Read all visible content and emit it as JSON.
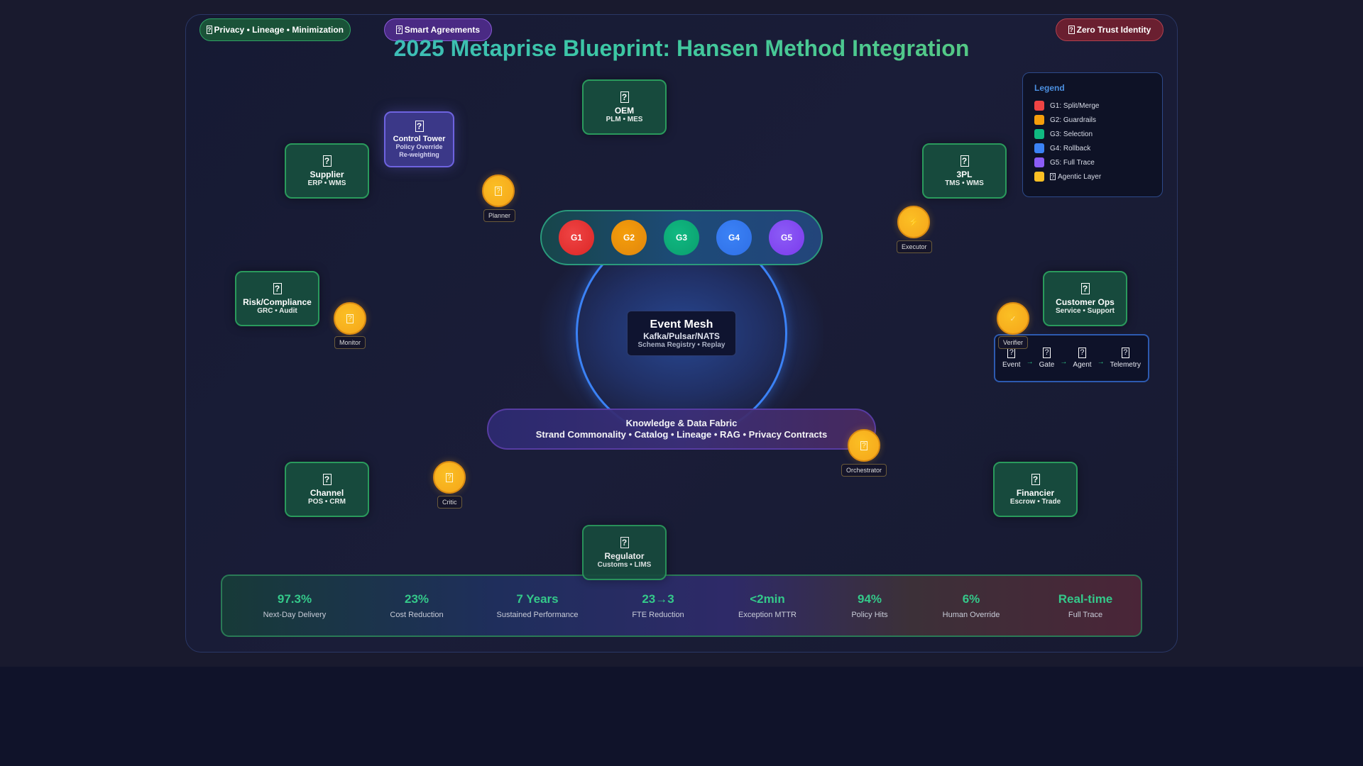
{
  "title": "2025 Metaprise Blueprint: Hansen Method Integration",
  "badges": {
    "privacy": {
      "icon": "shield-icon",
      "label": "Privacy • Lineage • Minimization"
    },
    "smart": {
      "icon": "contract-icon",
      "label": "Smart Agreements"
    },
    "zero_trust": {
      "icon": "lock-icon",
      "label": "Zero Trust Identity"
    }
  },
  "legend": {
    "title": "Legend",
    "items": [
      {
        "label": "G1: Split/Merge",
        "color": "#ef4444"
      },
      {
        "label": "G2: Guardrails",
        "color": "#f59e0b"
      },
      {
        "label": "G3: Selection",
        "color": "#10b981"
      },
      {
        "label": "G4: Rollback",
        "color": "#3b82f6"
      },
      {
        "label": "G5: Full Trace",
        "color": "#8b5cf6"
      },
      {
        "label": "Agentic Layer",
        "color": "#fbbf24",
        "icon": "robot-icon"
      }
    ]
  },
  "nodes": {
    "oem": {
      "title": "OEM",
      "sub": "PLM • MES"
    },
    "supplier": {
      "title": "Supplier",
      "sub": "ERP • WMS"
    },
    "control_tower": {
      "title": "Control Tower",
      "sub1": "Policy Override",
      "sub2": "Re-weighting"
    },
    "tpl": {
      "title": "3PL",
      "sub": "TMS • WMS"
    },
    "risk": {
      "title": "Risk/Compliance",
      "sub": "GRC • Audit"
    },
    "customer_ops": {
      "title": "Customer Ops",
      "sub": "Service • Support"
    },
    "channel": {
      "title": "Channel",
      "sub": "POS • CRM"
    },
    "financier": {
      "title": "Financier",
      "sub": "Escrow • Trade"
    },
    "regulator": {
      "title": "Regulator",
      "sub": "Customs • LIMS"
    }
  },
  "agents": {
    "planner": "Planner",
    "executor": "Executor",
    "monitor": "Monitor",
    "verifier": "Verifier",
    "orchestrator": "Orchestrator",
    "critic": "Critic"
  },
  "gates": [
    {
      "label": "G1",
      "color": "#e53935"
    },
    {
      "label": "G2",
      "color": "#f08c10"
    },
    {
      "label": "G3",
      "color": "#10a877"
    },
    {
      "label": "G4",
      "color": "#3479f0"
    },
    {
      "label": "G5",
      "color": "#8a4cf0"
    }
  ],
  "event_mesh": {
    "title": "Event Mesh",
    "tech": "Kafka/Pulsar/NATS",
    "features": "Schema Registry • Replay"
  },
  "fabric": {
    "title": "Knowledge & Data Fabric",
    "sub": "Strand Commonality • Catalog • Lineage • RAG • Privacy Contracts"
  },
  "flow": {
    "steps": [
      "Event",
      "Gate",
      "Agent",
      "Telemetry"
    ],
    "arrow": "→"
  },
  "metrics": [
    {
      "value": "97.3%",
      "label": "Next-Day Delivery"
    },
    {
      "value": "23%",
      "label": "Cost Reduction"
    },
    {
      "value": "7 Years",
      "label": "Sustained Performance"
    },
    {
      "value": "23→3",
      "label": "FTE Reduction"
    },
    {
      "value": "<2min",
      "label": "Exception MTTR"
    },
    {
      "value": "94%",
      "label": "Policy Hits"
    },
    {
      "value": "6%",
      "label": "Human Override"
    },
    {
      "value": "Real-time",
      "label": "Full Trace"
    }
  ]
}
